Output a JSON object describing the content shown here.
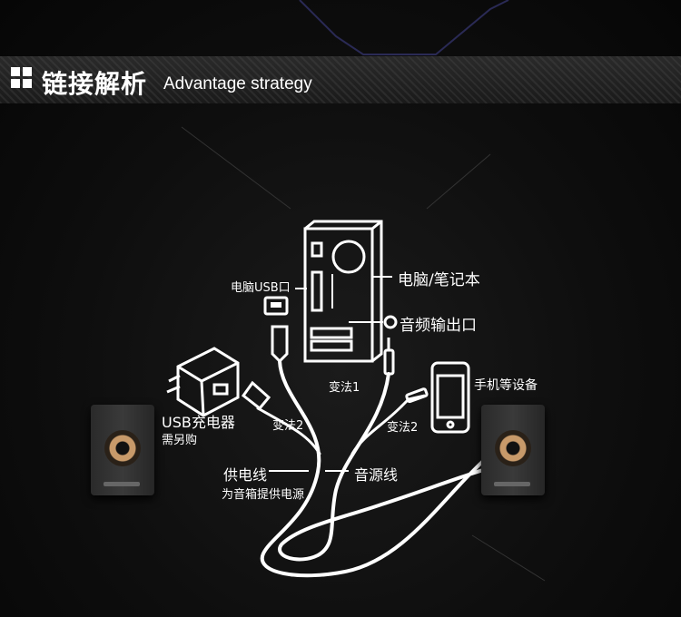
{
  "header": {
    "title_cn": "链接解析",
    "title_en": "Advantage strategy"
  },
  "labels": {
    "pc_usb": "电脑USB口",
    "pc_laptop": "电脑/笔记本",
    "audio_out": "音频输出口",
    "method1": "变法1",
    "method2_left": "变法2",
    "method2_right": "变法2",
    "phone": "手机等设备",
    "usb_charger": "USB充电器",
    "buy_separately": "需另购",
    "power_cable": "供电线",
    "power_note": "为音箱提供电源",
    "audio_cable": "音源线"
  },
  "icons": [
    "windows-icon",
    "pc-tower-icon",
    "phone-icon",
    "usb-charger-icon",
    "speaker-icon"
  ],
  "colors": {
    "background": "#0b0b0b",
    "line": "#ffffff",
    "cone_accent": "#c89a6a"
  }
}
